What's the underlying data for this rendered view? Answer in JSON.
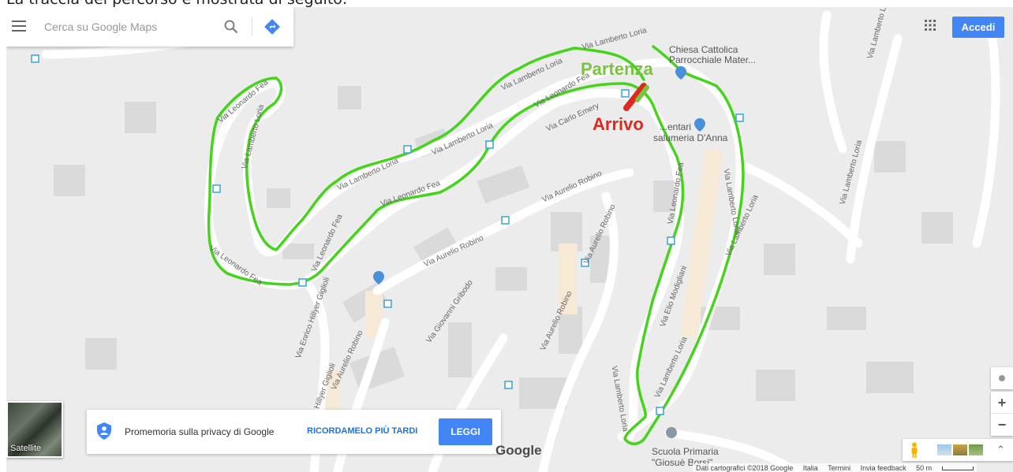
{
  "caption": "La traccia del percorso è mostrata di seguito:",
  "search": {
    "placeholder": "Cerca su Google Maps"
  },
  "header": {
    "login_label": "Accedi"
  },
  "route": {
    "start_label": "Partenza",
    "end_label": "Arrivo",
    "color": "#46d31c"
  },
  "pois": {
    "church": "Chiesa Cattolica\nParrocchiale Mater...",
    "shop_a": "...entari",
    "shop_b": "salumeria D'Anna",
    "school_a": "Scuola Primaria",
    "school_b": "\"Giosuè Borsi\""
  },
  "streets": {
    "lamberto_loria": "Via Lamberto Loria",
    "leonardo_fea": "Via Leonardo Fea",
    "carlo_emery": "Via Carlo Emery",
    "aurelio_robino": "Via Aurelio Robino",
    "elio_modigliani": "Via Elio Modigliani",
    "enrico_hillyer_giglioli": "Via Enrico Hillyer Giglioli",
    "hillyer_giglioli": "Via Hillyer Giglioli",
    "giovanni_gribodo": "Via Giovanni Gribodo"
  },
  "privacy": {
    "text": "Promemoria sulla privacy di Google",
    "remind_label": "RICORDAMELO PIÙ TARDI",
    "read_label": "LEGGI"
  },
  "satellite": {
    "label": "Satellite"
  },
  "logo": "Google",
  "footer": {
    "data": "Dati cartografici ©2018 Google",
    "country": "Italia",
    "terms": "Termini",
    "feedback": "Invia feedback",
    "scale": "50 m"
  },
  "controls": {
    "zoom_in": "+",
    "zoom_out": "−",
    "expand": "⌃"
  },
  "colors": {
    "accent": "#4285f4",
    "start": "#7cc242",
    "end": "#d92b1f",
    "map_bg": "#ececec"
  }
}
